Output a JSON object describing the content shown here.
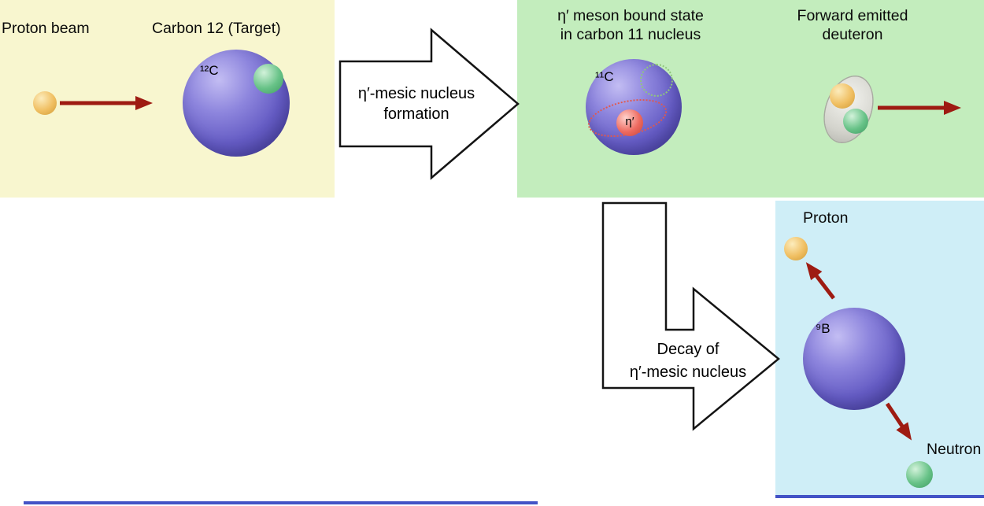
{
  "figure": {
    "initial_panel": {
      "beam_label": "Proton beam",
      "target_label": "Carbon 12 (Target)",
      "nucleus_label": "¹²C"
    },
    "formation_arrow": {
      "line1": "η′-mesic nucleus",
      "line2": "formation"
    },
    "bound_panel": {
      "title_line1": "η′ meson bound state",
      "title_line2": "in carbon 11 nucleus",
      "nucleus_label": "¹¹C",
      "meson_label": "η′",
      "deuteron_title_line1": "Forward emitted",
      "deuteron_title_line2": "deuteron"
    },
    "decay_arrow": {
      "line1": "Decay of",
      "line2": "η′-mesic nucleus"
    },
    "decay_panel": {
      "proton_label": "Proton",
      "nucleus_label": "⁹B",
      "neutron_label": "Neutron"
    }
  },
  "colors": {
    "initial_bg": "#f8f6cf",
    "bound_bg": "#c3edbd",
    "decay_bg": "#cfeef7",
    "arrow_red": "#9e1b12",
    "nucleus_blue": "#655cc4",
    "proton_orange": "#f0bf62",
    "neutron_green": "#67c287",
    "meson_red": "#ee6a60",
    "bottom_line_blue": "#4353c6"
  }
}
